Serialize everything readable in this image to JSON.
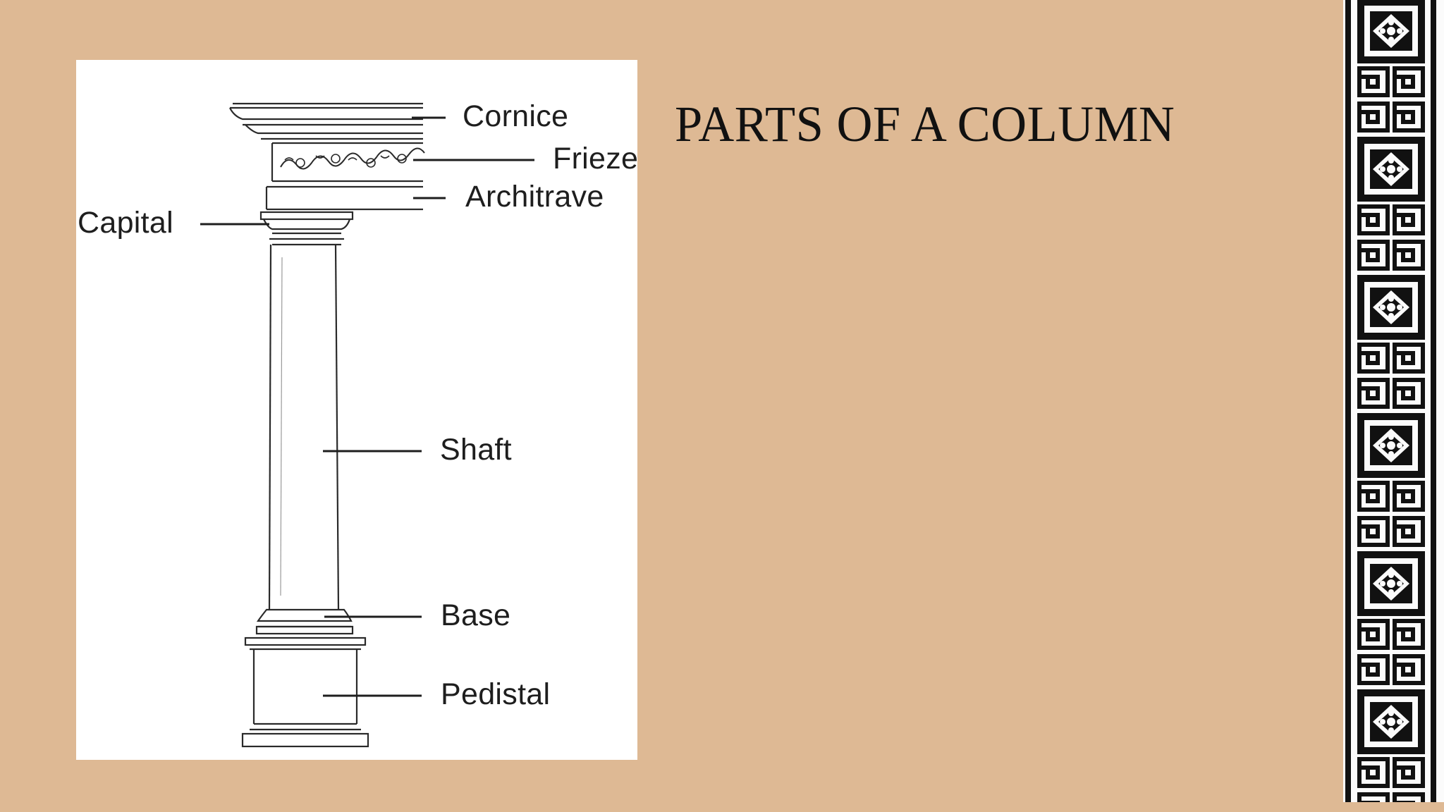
{
  "slide": {
    "title": "PARTS OF A COLUMN"
  },
  "diagram": {
    "labels": {
      "cornice": "Cornice",
      "frieze": "Frieze",
      "architrave": "Architrave",
      "capital": "Capital",
      "shaft": "Shaft",
      "base": "Base",
      "pedistal": "Pedistal"
    }
  },
  "colors": {
    "background": "#deb994",
    "card": "#ffffff",
    "ink": "#1e1e1e",
    "border_dark": "#111111",
    "border_light": "#fbfbfb"
  },
  "icons": {
    "border": "greek-key-meander"
  }
}
